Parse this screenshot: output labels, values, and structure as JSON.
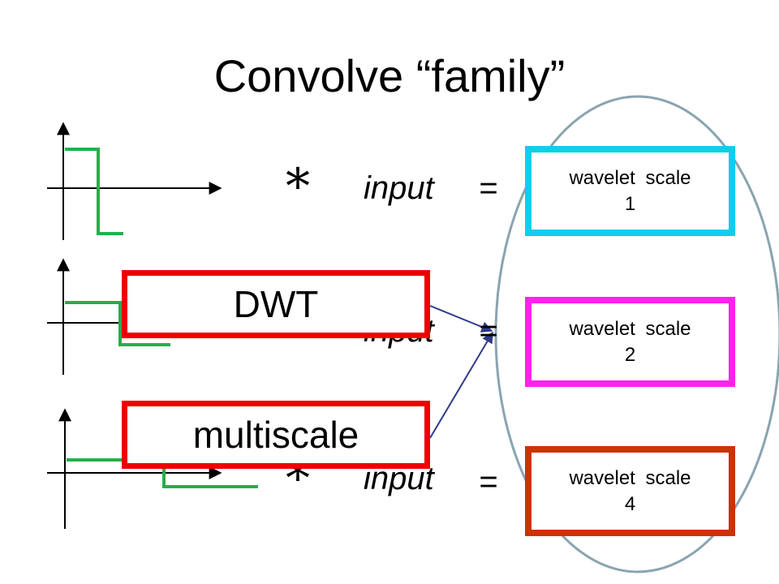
{
  "title": "Convolve “family”",
  "rows": [
    {
      "operator": "*",
      "input": "input",
      "equals": "=",
      "output_line1": "wavelet scale",
      "output_line2": "1",
      "color": "#11ccf0"
    },
    {
      "operator": "*",
      "input": "input",
      "equals": "=",
      "output_line1": "wavelet scale",
      "output_line2": "2",
      "color": "#ff22ee"
    },
    {
      "operator": "*",
      "input": "input",
      "equals": "=",
      "output_line1": "wavelet scale",
      "output_line2": "4",
      "color": "#cc3300"
    }
  ],
  "callouts": {
    "dwt": "DWT",
    "multiscale": "multiscale",
    "color": "#ee0000"
  },
  "colors": {
    "wavelet": "#22b04b",
    "ellipse": "#8aa4b0",
    "arrow": "#2e3a8c"
  }
}
